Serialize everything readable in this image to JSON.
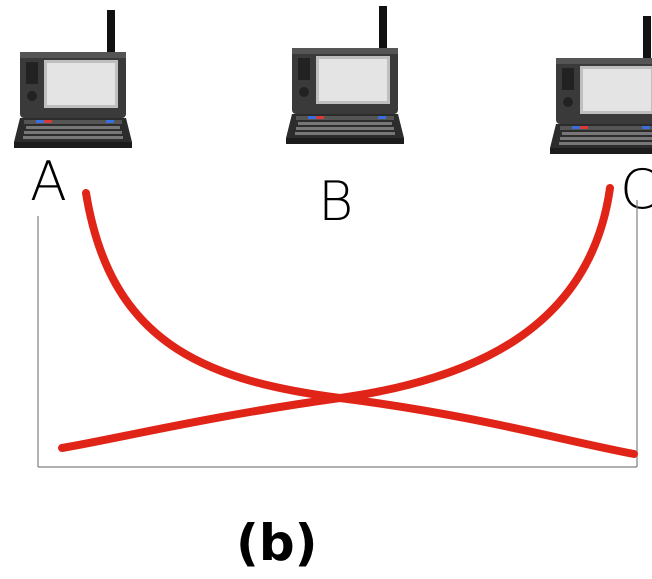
{
  "nodes": [
    {
      "id": "A",
      "label": "A",
      "icon": "laptop-with-antenna-icon"
    },
    {
      "id": "B",
      "label": "B",
      "icon": "laptop-with-antenna-icon"
    },
    {
      "id": "C",
      "label": "C",
      "icon": "laptop-with-antenna-icon"
    }
  ],
  "caption": "(b)",
  "colors": {
    "curve": "#e02418",
    "axis": "#808080",
    "laptop_body": "#3a3a3a",
    "laptop_screen": "#d8d8d8"
  }
}
